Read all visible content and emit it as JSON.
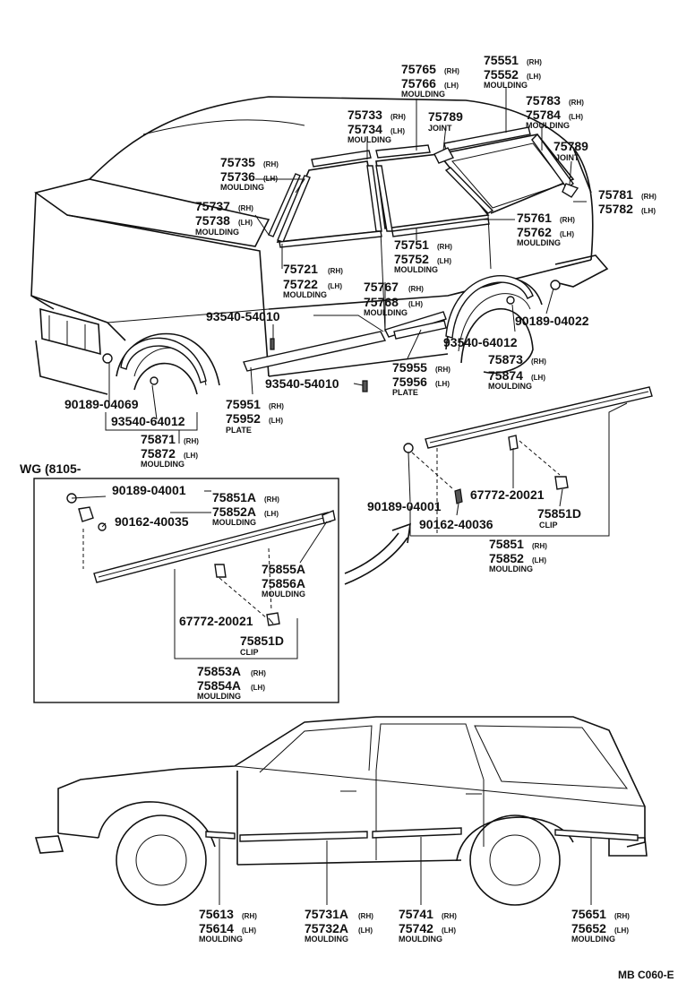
{
  "diagram_code": "MB C060-E",
  "inset_title": "WG (8105-",
  "callouts": {
    "c75765": {
      "p1": "75765",
      "s1": "(RH)",
      "p2": "75766",
      "s2": "(LH)",
      "name": "MOULDING"
    },
    "c75551": {
      "p1": "75551",
      "s1": "(RH)",
      "p2": "75552",
      "s2": "(LH)",
      "name": "MOULDING"
    },
    "c75783": {
      "p1": "75783",
      "s1": "(RH)",
      "p2": "75784",
      "s2": "(LH)",
      "name": "MOULDING"
    },
    "c75733": {
      "p1": "75733",
      "s1": "(RH)",
      "p2": "75734",
      "s2": "(LH)",
      "name": "MOULDING"
    },
    "c75789a": {
      "p1": "75789",
      "name": "JOINT"
    },
    "c75789b": {
      "p1": "75789",
      "name": "JOINT"
    },
    "c75735": {
      "p1": "75735",
      "s1": "(RH)",
      "p2": "75736",
      "s2": "(LH)",
      "name": "MOULDING"
    },
    "c75737": {
      "p1": "75737",
      "s1": "(RH)",
      "p2": "75738",
      "s2": "(LH)",
      "name": "MOULDING"
    },
    "c75781": {
      "p1": "75781",
      "s1": "(RH)",
      "p2": "75782",
      "s2": "(LH)"
    },
    "c75761": {
      "p1": "75761",
      "s1": "(RH)",
      "p2": "75762",
      "s2": "(LH)",
      "name": "MOULDING"
    },
    "c75751": {
      "p1": "75751",
      "s1": "(RH)",
      "p2": "75752",
      "s2": "(LH)",
      "name": "MOULDING"
    },
    "c75721": {
      "p1": "75721",
      "s1": "(RH)",
      "p2": "75722",
      "s2": "(LH)",
      "name": "MOULDING"
    },
    "c75767": {
      "p1": "75767",
      "s1": "(RH)",
      "p2": "75768",
      "s2": "(LH)",
      "name": "MOULDING"
    },
    "c93540a": {
      "p1": "93540-54010"
    },
    "c90189a": {
      "p1": "90189-04022"
    },
    "c93540b": {
      "p1": "93540-64012"
    },
    "c75873": {
      "p1": "75873",
      "s1": "(RH)",
      "p2": "75874",
      "s2": "(LH)",
      "name": "MOULDING"
    },
    "c75955": {
      "p1": "75955",
      "s1": "(RH)",
      "p2": "75956",
      "s2": "(LH)",
      "name": "PLATE"
    },
    "c93540c": {
      "p1": "93540-54010"
    },
    "c75951": {
      "p1": "75951",
      "s1": "(RH)",
      "p2": "75952",
      "s2": "(LH)",
      "name": "PLATE"
    },
    "c90189b": {
      "p1": "90189-04069"
    },
    "c93540d": {
      "p1": "93540-64012"
    },
    "c75871": {
      "p1": "75871",
      "s1": "(RH)",
      "p2": "75872",
      "s2": "(LH)",
      "name": "MOULDING"
    },
    "c90189c": {
      "p1": "90189-04001"
    },
    "c75851a": {
      "p1": "75851A",
      "s1": "(RH)",
      "p2": "75852A",
      "s2": "(LH)",
      "name": "MOULDING"
    },
    "c90162a": {
      "p1": "90162-40035"
    },
    "c75855a": {
      "p1": "75855A",
      "p2": "75856A",
      "name": "MOULDING"
    },
    "c67772a": {
      "p1": "67772-20021"
    },
    "c75851d_a": {
      "p1": "75851D",
      "name": "CLIP"
    },
    "c75853a": {
      "p1": "75853A",
      "s1": "(RH)",
      "p2": "75854A",
      "s2": "(LH)",
      "name": "MOULDING"
    },
    "c90189d": {
      "p1": "90189-04001"
    },
    "c67772b": {
      "p1": "67772-20021"
    },
    "c75851d_b": {
      "p1": "75851D",
      "name": "CLIP"
    },
    "c90162b": {
      "p1": "90162-40036"
    },
    "c75851": {
      "p1": "75851",
      "s1": "(RH)",
      "p2": "75852",
      "s2": "(LH)",
      "name": "MOULDING"
    },
    "c75613": {
      "p1": "75613",
      "s1": "(RH)",
      "p2": "75614",
      "s2": "(LH)",
      "name": "MOULDING"
    },
    "c75731a": {
      "p1": "75731A",
      "s1": "(RH)",
      "p2": "75732A",
      "s2": "(LH)",
      "name": "MOULDING"
    },
    "c75741": {
      "p1": "75741",
      "s1": "(RH)",
      "p2": "75742",
      "s2": "(LH)",
      "name": "MOULDING"
    },
    "c75651": {
      "p1": "75651",
      "s1": "(RH)",
      "p2": "75652",
      "s2": "(LH)",
      "name": "MOULDING"
    }
  }
}
